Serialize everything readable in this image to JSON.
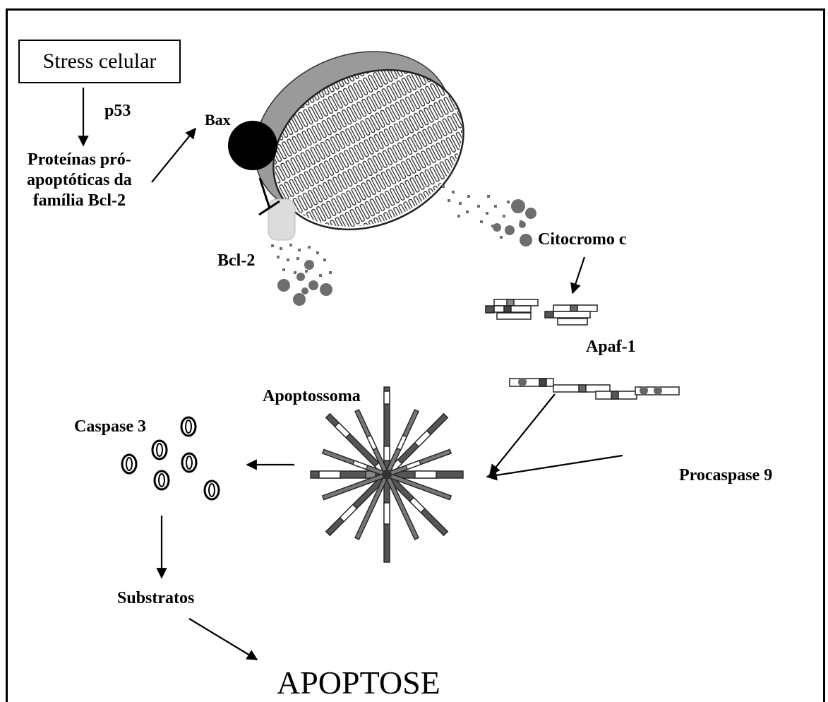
{
  "labels": {
    "stress": "Stress celular",
    "p53": "p53",
    "proteinas": "Proteínas pró-apoptóticas da família Bcl-2",
    "bax": "Bax",
    "bcl2": "Bcl-2",
    "citocromo": "Citocromo c",
    "apaf": "Apaf-1",
    "apoptossoma": "Apoptossoma",
    "procaspase": "Procaspase 9",
    "caspase3": "Caspase 3",
    "substratos": "Substratos",
    "apoptose": "APOPTOSE"
  },
  "proteinas_lines": [
    "Proteínas pró-",
    "apoptóticas da",
    "família Bcl-2"
  ],
  "colors": {
    "ink": "#000000",
    "membrane_gray": "#9a9a9a",
    "particle_gray": "#6e6e6e",
    "bcl2_fill": "#dcdcdc"
  }
}
